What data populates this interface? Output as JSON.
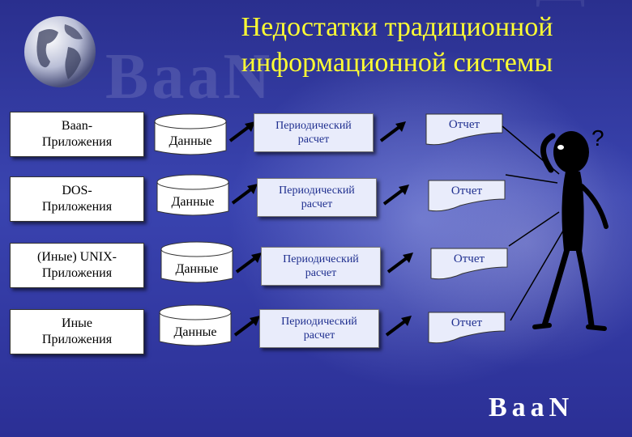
{
  "title_lines": [
    "Недостатки традиционной",
    "информационной системы"
  ],
  "rows": [
    {
      "app": [
        "Baan-",
        "Приложения"
      ],
      "data": "Данные",
      "calc": [
        "Периодический",
        "расчет"
      ],
      "report": "Отчет"
    },
    {
      "app": [
        "DOS-",
        "Приложения"
      ],
      "data": "Данные",
      "calc": [
        "Периодический",
        "расчет"
      ],
      "report": "Отчет"
    },
    {
      "app": [
        "(Иные) UNIX-",
        "Приложения"
      ],
      "data": "Данные",
      "calc": [
        "Периодический",
        "расчет"
      ],
      "report": "Отчет"
    },
    {
      "app": [
        "Иные",
        "Приложения"
      ],
      "data": "Данные",
      "calc": [
        "Периодический",
        "расчет"
      ],
      "report": "Отчет"
    }
  ],
  "question_mark": "?",
  "logo_text": "BaaN",
  "colors": {
    "title": "#ffff33",
    "background": "#2f37a0",
    "calc_text": "#1f2f8f"
  }
}
